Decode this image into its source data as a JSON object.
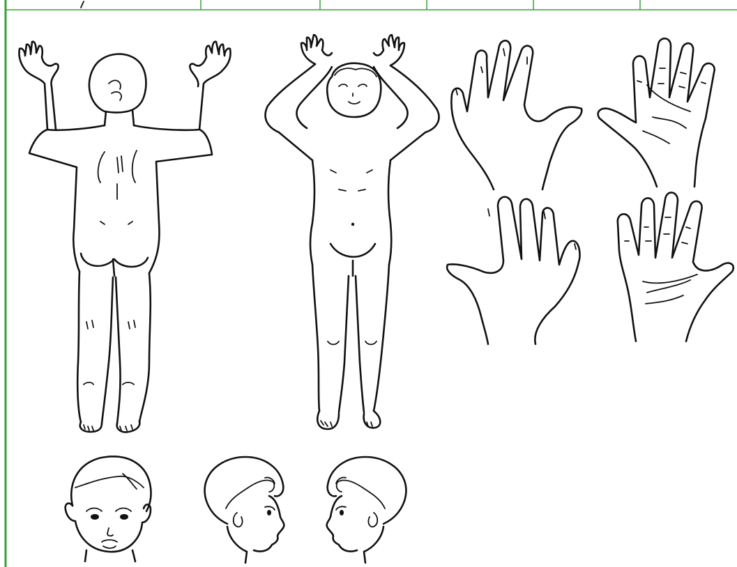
{
  "colors": {
    "frame": "#3aa03a",
    "ink": "#111111",
    "paper": "#ffffff"
  },
  "figures": [
    {
      "name": "body-back-view"
    },
    {
      "name": "body-front-view"
    },
    {
      "name": "hand-right-dorsal"
    },
    {
      "name": "hand-right-palmar"
    },
    {
      "name": "hand-left-dorsal"
    },
    {
      "name": "hand-left-palmar"
    },
    {
      "name": "head-front-view"
    },
    {
      "name": "head-right-profile"
    },
    {
      "name": "head-left-profile"
    }
  ]
}
